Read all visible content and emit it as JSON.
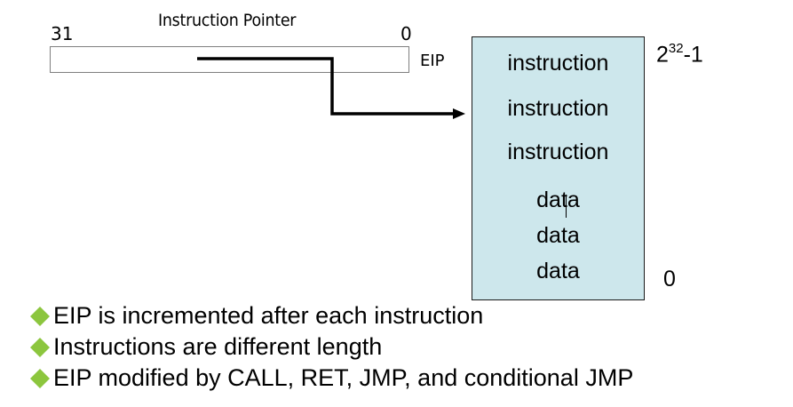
{
  "register": {
    "title": "Instruction Pointer",
    "high_bit": "31",
    "low_bit": "0",
    "name": "EIP"
  },
  "memory": {
    "cells": [
      "instruction",
      "instruction",
      "instruction",
      "data",
      "data",
      "data"
    ],
    "top_address_base": "2",
    "top_address_exponent": "32",
    "top_address_suffix": "-1",
    "bottom_address": "0"
  },
  "bullets": [
    "EIP is incremented after each instruction",
    "Instructions are different length",
    "EIP modified by CALL, RET, JMP, and conditional JMP"
  ],
  "colors": {
    "memory_fill": "#cde7ec",
    "bullet_diamond": "#8cc63e"
  },
  "icons": {
    "bullet": "diamond-icon"
  }
}
